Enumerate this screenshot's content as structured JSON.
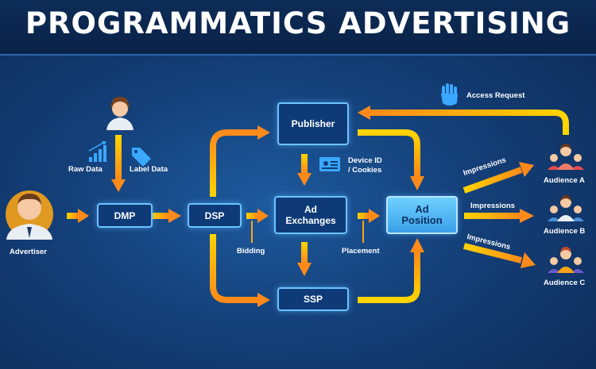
{
  "title": "PROGRAMMATICS ADVERTISING",
  "nodes": {
    "dmp": "DMP",
    "dsp": "DSP",
    "publisher": "Publisher",
    "ad_exchanges": "Ad\nExchanges",
    "ssp": "SSP",
    "ad_position": "Ad\nPosition"
  },
  "labels": {
    "advertiser": "Advertiser",
    "raw_data": "Raw Data",
    "label_data": "Label Data",
    "access_request": "Access Request",
    "device_id": "Device ID\n/ Cookies",
    "bidding": "Bidding",
    "placement": "Placement",
    "audience_a": "Audience A",
    "audience_b": "Audience B",
    "audience_c": "Audience C",
    "impressions_a": "Impressions",
    "impressions_b": "Impressions",
    "impressions_c": "Impressions"
  },
  "icons": {
    "hand": "hand-icon",
    "bar_chart": "bar-chart-icon",
    "tag": "tag-icon",
    "id_card": "id-card-icon"
  },
  "colors": {
    "arrow_start": "#ffd400",
    "arrow_end": "#ff8a1a",
    "node_border": "#6cc3ff",
    "ad_position_fill": "#4fb8f5"
  }
}
